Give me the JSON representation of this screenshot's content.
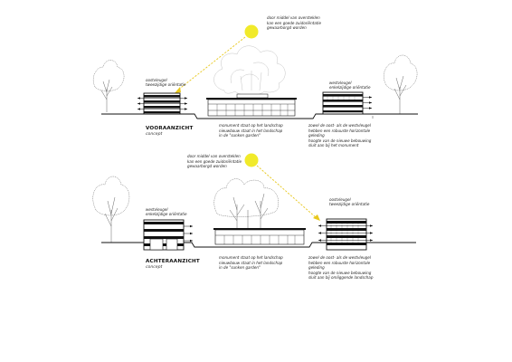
{
  "colors": {
    "sun": "#f1ea2a",
    "sun_arrow": "#e8c81c",
    "ink": "#111111",
    "tree": "#555555",
    "tree_faded": "#c9c9c9",
    "stripe": "#9a9a9a"
  },
  "top": {
    "title": "VOORAANZICHT",
    "subtitle": "concept",
    "sun_note": [
      "door middel van oversteklen",
      "kan een goede zuidoriëntatie",
      "gewaarborgd worden"
    ],
    "left_label": [
      "oostvleugel",
      "tweezijdige oriëntatie"
    ],
    "right_label": [
      "westvleugel",
      "enkelzijdige oriëntatie"
    ],
    "center_note": [
      "monument staat op het landschap",
      "nieuwbouw staat in het landschap",
      "in de \"sunken garden\""
    ],
    "right_note": [
      "zowel de oost- als de westvleugel",
      "hebben een robuuste horizontale",
      "geleding",
      "hoogte van de nieuwe bebouwing",
      "sluit aan bij het monument"
    ]
  },
  "bottom": {
    "title": "ACHTERAANZICHT",
    "subtitle": "concept",
    "sun_note": [
      "door middel van oversteklen",
      "kan een goede zuidoriëntatie",
      "gewaarborgd worden"
    ],
    "left_label": [
      "westvleugel",
      "enkelzijdige oriëntatie"
    ],
    "right_label": [
      "oostvleugel",
      "tweezijdige oriëntatie"
    ],
    "center_note": [
      "monument staat op het landschap",
      "nieuwbouw staat in het landschap",
      "in de \"sunken garden\""
    ],
    "right_note": [
      "zowel de oost- als de westvleugel",
      "hebben een robuuste horizontale",
      "geleding",
      "hoogte van de nieuwe bebouwing",
      "sluit aan bij omliggende landschap"
    ]
  }
}
